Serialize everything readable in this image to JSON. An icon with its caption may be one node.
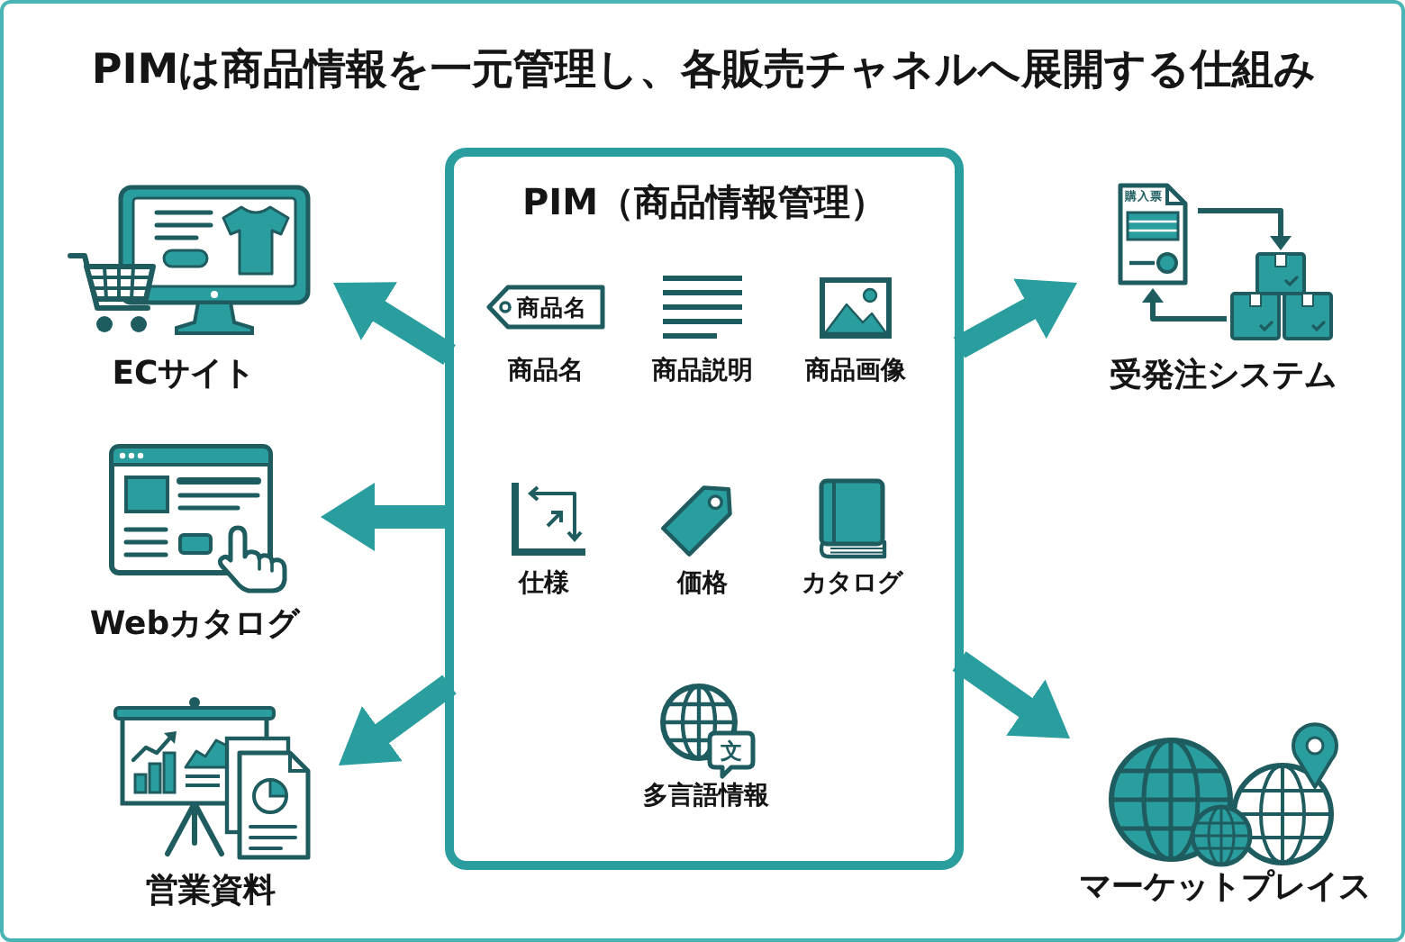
{
  "diagram": {
    "title": "PIMは商品情報を一元管理し、各販売チャネルへ展開する仕組み",
    "nodes": [
      {
        "text": [
          "PIM（商品情報管理）"
        ]
      },
      {
        "text": [
          "商品名"
        ],
        "beside": [
          "商品名"
        ],
        "in": 0
      },
      {
        "text": [
          "商品説明"
        ],
        "in": 0
      },
      {
        "text": [
          "商品画像"
        ],
        "in": 0
      },
      {
        "text": [
          "仕様"
        ],
        "in": 0
      },
      {
        "text": [
          "価格"
        ],
        "in": 0
      },
      {
        "text": [
          "カタログ"
        ],
        "in": 0
      },
      {
        "text": [
          "多言語情報"
        ],
        "in": 0
      },
      {
        "text": [
          "ECサイト"
        ]
      },
      {
        "text": [
          "Webカタログ"
        ]
      },
      {
        "text": [
          "営業資料"
        ]
      },
      {
        "text": [
          "受発注システム"
        ]
      },
      {
        "text": [
          "マーケットプレイス"
        ]
      }
    ],
    "edges": [
      {
        "from": 0,
        "to": 8,
        "arrow": "to"
      },
      {
        "from": 0,
        "to": 9,
        "arrow": "to"
      },
      {
        "from": 0,
        "to": 10,
        "arrow": "to"
      },
      {
        "from": 0,
        "to": 11,
        "arrow": "to"
      },
      {
        "from": 0,
        "to": 12,
        "arrow": "to"
      }
    ],
    "labels": [
      "購入票",
      "文"
    ]
  }
}
